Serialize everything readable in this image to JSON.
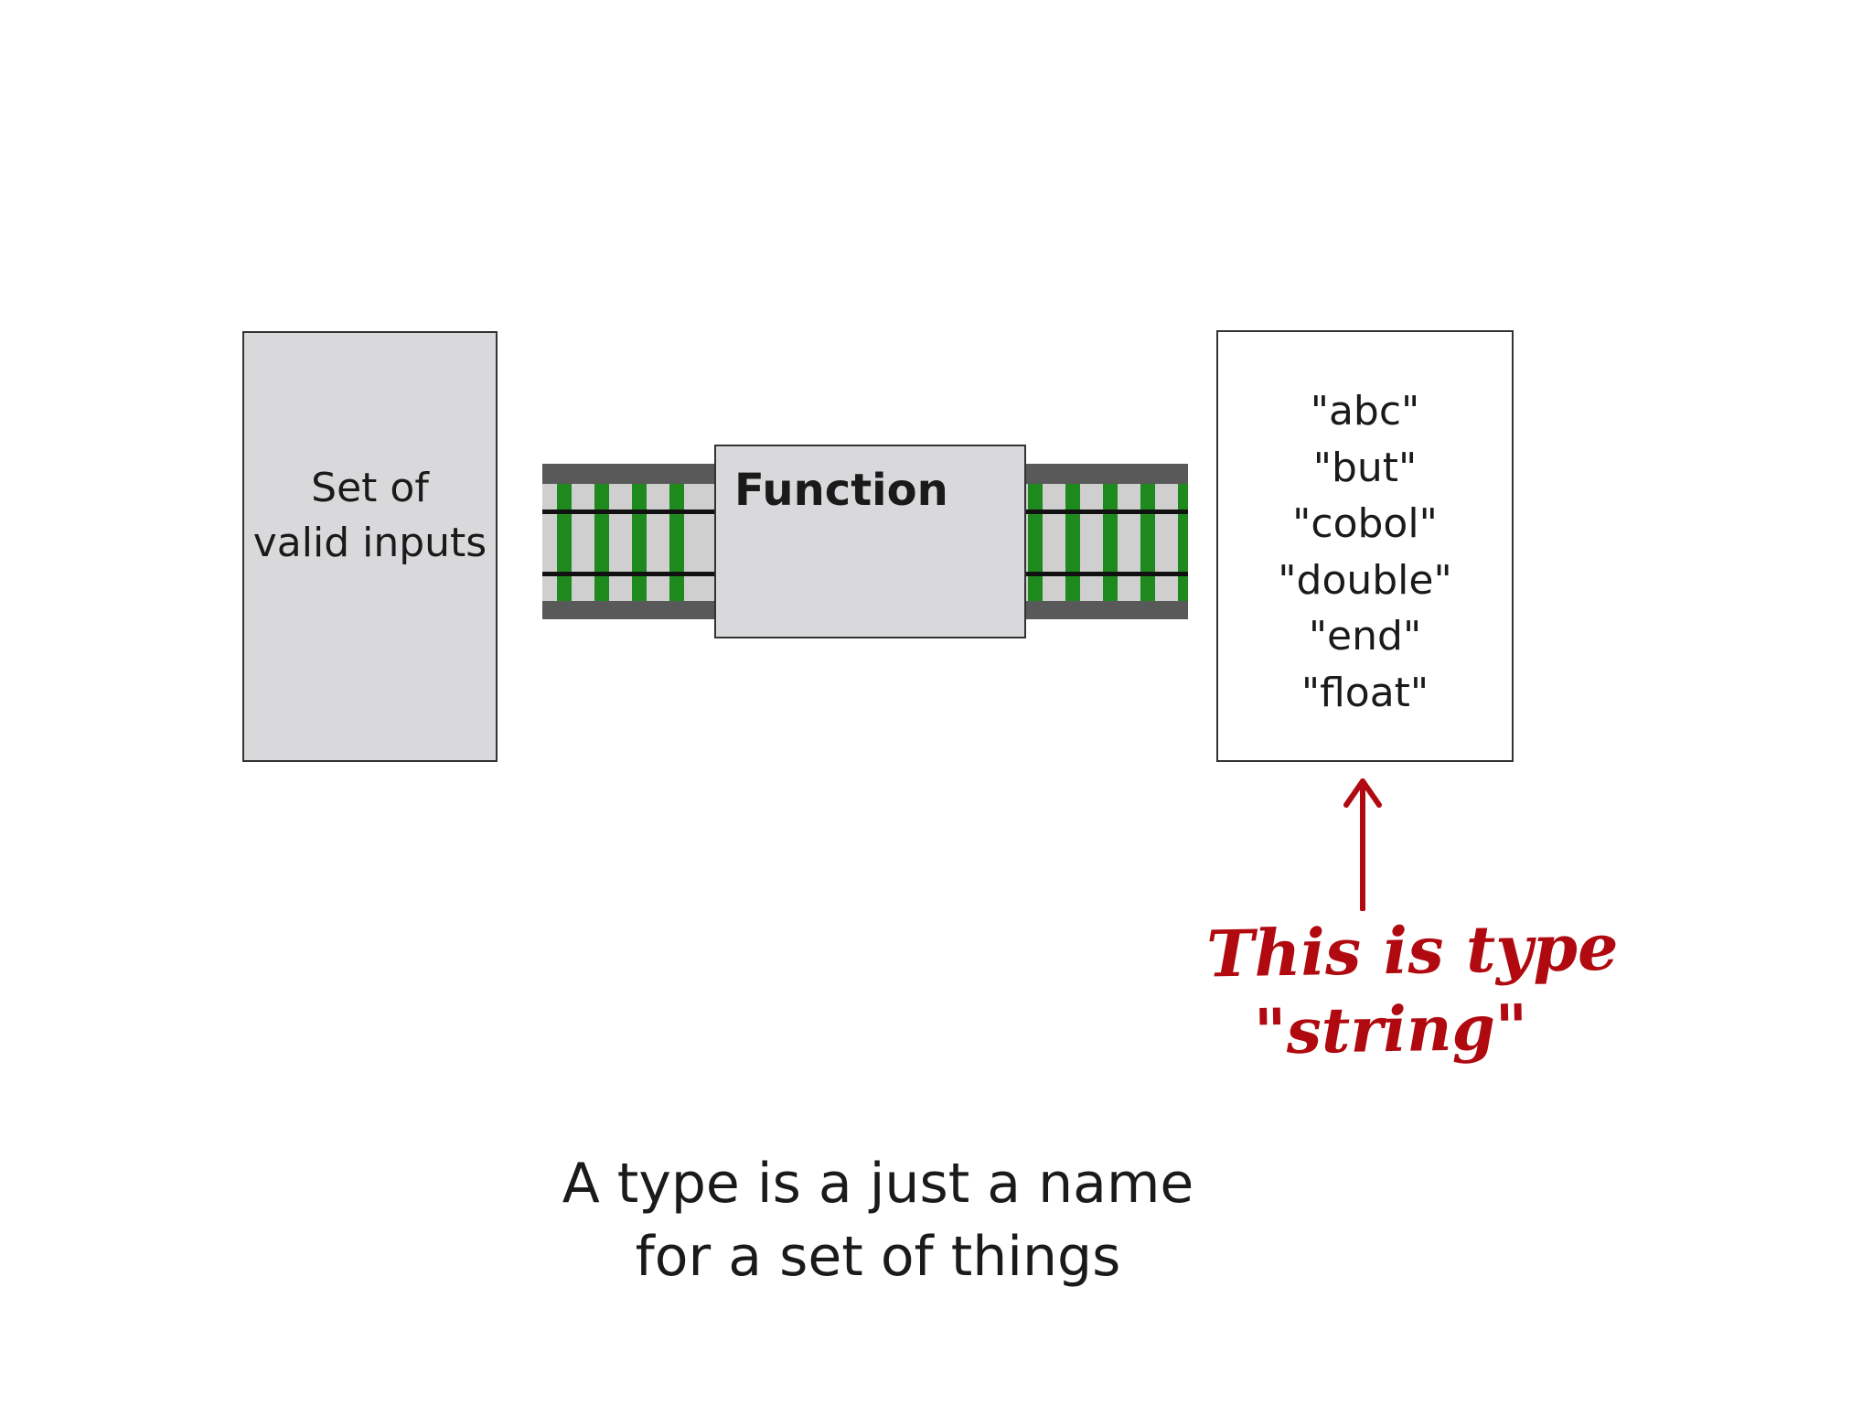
{
  "input_set": {
    "line1": "Set of",
    "line2": "valid inputs"
  },
  "function_box": {
    "label": "Function"
  },
  "output_set": {
    "items": [
      "\"abc\"",
      "\"but\"",
      "\"cobol\"",
      "\"double\"",
      "\"end\"",
      "\"float\""
    ]
  },
  "annotation": {
    "line1": "This is type",
    "line2": "\"string\"",
    "color": "#b00a10"
  },
  "caption": {
    "line1": "A type is a just a name",
    "line2": "for a set of things"
  },
  "colors": {
    "box_fill": "#d9d9db",
    "rail_green": "#1e8a1e",
    "rail_dark": "#595959"
  }
}
